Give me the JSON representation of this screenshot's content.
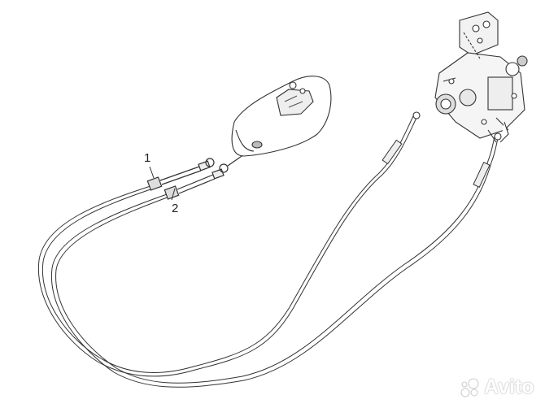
{
  "callouts": [
    {
      "label": "1"
    },
    {
      "label": "2"
    }
  ],
  "watermark": "Avito",
  "colors": {
    "line": "#333333",
    "shade": "#c9c9c9"
  }
}
